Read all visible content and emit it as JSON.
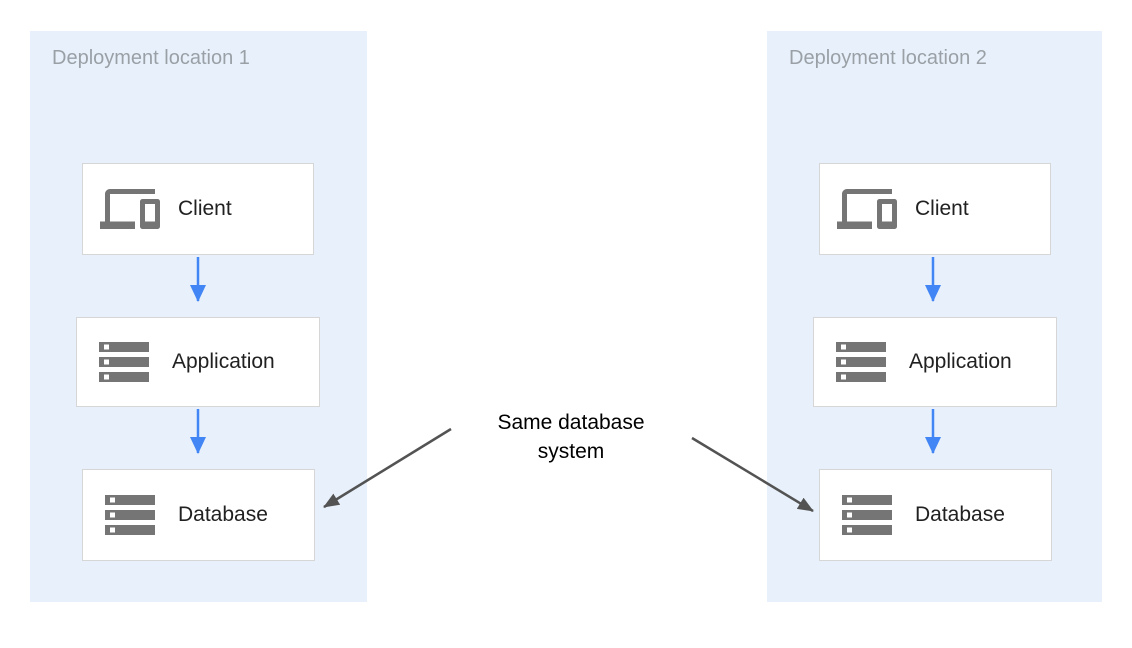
{
  "diagram": {
    "panels": [
      {
        "title": "Deployment location 1",
        "nodes": [
          {
            "label": "Client",
            "icon": "devices-icon"
          },
          {
            "label": "Application",
            "icon": "storage-icon"
          },
          {
            "label": "Database",
            "icon": "storage-icon"
          }
        ]
      },
      {
        "title": "Deployment location 2",
        "nodes": [
          {
            "label": "Client",
            "icon": "devices-icon"
          },
          {
            "label": "Application",
            "icon": "storage-icon"
          },
          {
            "label": "Database",
            "icon": "storage-icon"
          }
        ]
      }
    ],
    "annotation": {
      "line1": "Same database",
      "line2": "system"
    },
    "connections": [
      {
        "from": "Client",
        "to": "Application",
        "panel": "Deployment location 1",
        "style": "blue-arrow"
      },
      {
        "from": "Application",
        "to": "Database",
        "panel": "Deployment location 1",
        "style": "blue-arrow"
      },
      {
        "from": "Client",
        "to": "Application",
        "panel": "Deployment location 2",
        "style": "blue-arrow"
      },
      {
        "from": "Application",
        "to": "Database",
        "panel": "Deployment location 2",
        "style": "blue-arrow"
      },
      {
        "from": "Same database system",
        "to": "Database (location 1)",
        "style": "gray-arrow"
      },
      {
        "from": "Same database system",
        "to": "Database (location 2)",
        "style": "gray-arrow"
      }
    ],
    "colors": {
      "panel_background": "#e8f1fb",
      "panel_title": "#9aa0a6",
      "node_background": "#ffffff",
      "node_border": "#d6d6d6",
      "node_label": "#212121",
      "icon": "#757575",
      "flow_arrow_blue": "#4285f4",
      "annotation_arrow_gray": "#535353",
      "annotation_text": "#000000"
    }
  }
}
